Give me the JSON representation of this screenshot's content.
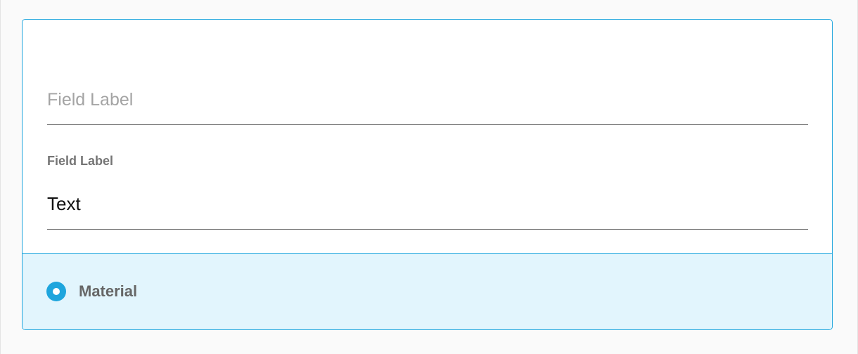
{
  "form": {
    "empty_field": {
      "placeholder": "Field Label",
      "value": ""
    },
    "filled_field": {
      "label": "Field Label",
      "value": "Text"
    }
  },
  "footer": {
    "theme_option": {
      "label": "Material",
      "selected": true
    }
  },
  "colors": {
    "accent": "#1ea5dd",
    "footer_background": "#e2f5fd",
    "underline": "#6f6f6f",
    "placeholder_text": "#a4a4a4",
    "label_text": "#757575",
    "value_text": "#111111"
  },
  "icons": {
    "radio": "radio-selected-icon"
  }
}
